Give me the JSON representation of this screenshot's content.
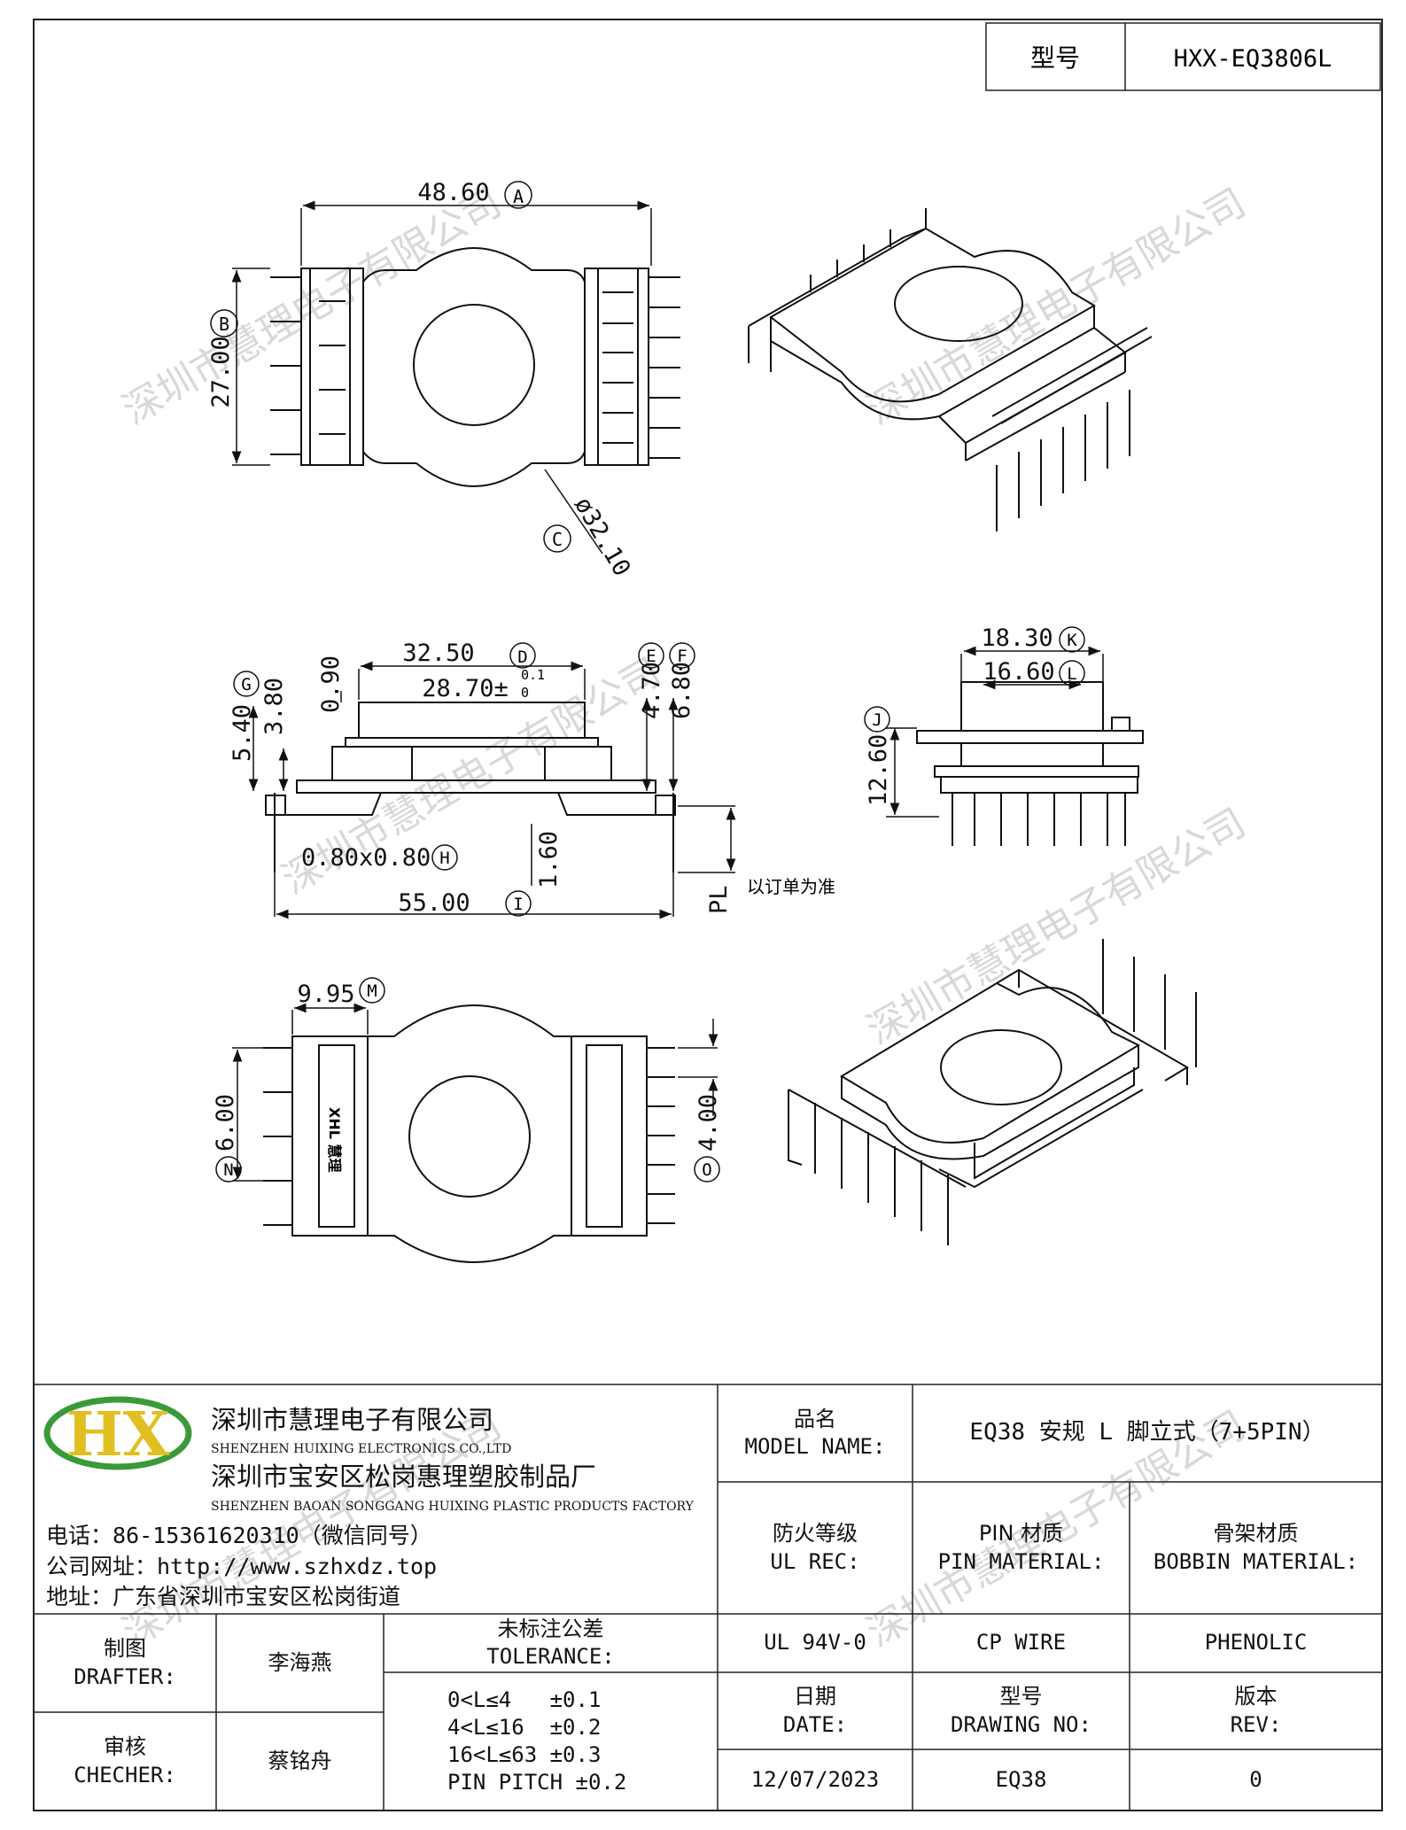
{
  "header": {
    "model_label": "型号",
    "model_value": "HXX-EQ3806L"
  },
  "dimensions": {
    "A": "48.60",
    "B": "27.00",
    "C": "ø32.10",
    "D": "32.50",
    "tol_28": "28.70±",
    "tol_28_sup": "0.1",
    "tol_28_sub": "0",
    "E": "4.70",
    "F": "6.80",
    "G": "5.40",
    "h_380": "3.80",
    "h_090": "0.90",
    "H": "0.80x0.80",
    "h_160": "1.60",
    "I": "55.00",
    "PL": "PL",
    "pl_note": "以订单为准",
    "K": "18.30",
    "L": "16.60",
    "J": "12.60",
    "M": "9.95",
    "N": "6.00",
    "O": "4.00",
    "bobbin_mark": "XHL 慧理"
  },
  "markers": {
    "A": "A",
    "B": "B",
    "C": "C",
    "D": "D",
    "E": "E",
    "F": "F",
    "G": "G",
    "H": "H",
    "I": "I",
    "J": "J",
    "K": "K",
    "L": "L",
    "M": "M",
    "N": "N",
    "O": "O"
  },
  "watermark": "深圳市慧理电子有限公司",
  "company": {
    "name_cn": "深圳市慧理电子有限公司",
    "name_en": "SHENZHEN HUIXING ELECTRONICS CO.,LTD",
    "factory_cn": "深圳市宝安区松岗惠理塑胶制品厂",
    "factory_en": "SHENZHEN BAOAN SONGGANG HUIXING PLASTIC PRODUCTS FACTORY",
    "phone": "电话：86-15361620310（微信同号）",
    "website": "公司网址：http://www.szhxdz.top",
    "address": "地址：广东省深圳市宝安区松岗街道",
    "logo_text": "HX"
  },
  "title_block": {
    "model_name_cn": "品名",
    "model_name_en": "MODEL NAME:",
    "model_name_value": "EQ38 安规 L 脚立式（7+5PIN）",
    "ul_cn": "防火等级",
    "ul_en": "UL REC:",
    "pin_cn": "PIN 材质",
    "pin_en": "PIN MATERIAL:",
    "bobbin_cn": "骨架材质",
    "bobbin_en": "BOBBIN MATERIAL:",
    "ul_value": "UL 94V-0",
    "pin_value": "CP WIRE",
    "bobbin_value": "PHENOLIC",
    "date_cn": "日期",
    "date_en": "DATE:",
    "drawing_cn": "型号",
    "drawing_en": "DRAWING NO:",
    "rev_cn": "版本",
    "rev_en": "REV:",
    "date_value": "12/07/2023",
    "drawing_value": "EQ38",
    "rev_value": "0",
    "drafter_cn": "制图",
    "drafter_en": "DRAFTER:",
    "drafter_name": "李海燕",
    "checker_cn": "审核",
    "checker_en": "CHECHER:",
    "checker_name": "蔡铭舟",
    "tolerance_cn": "未标注公差",
    "tolerance_en": "TOLERANCE:",
    "tolerances": [
      "0<L≤4   ±0.1",
      "4<L≤16  ±0.2",
      "16<L≤63 ±0.3",
      "PIN PITCH ±0.2"
    ]
  }
}
